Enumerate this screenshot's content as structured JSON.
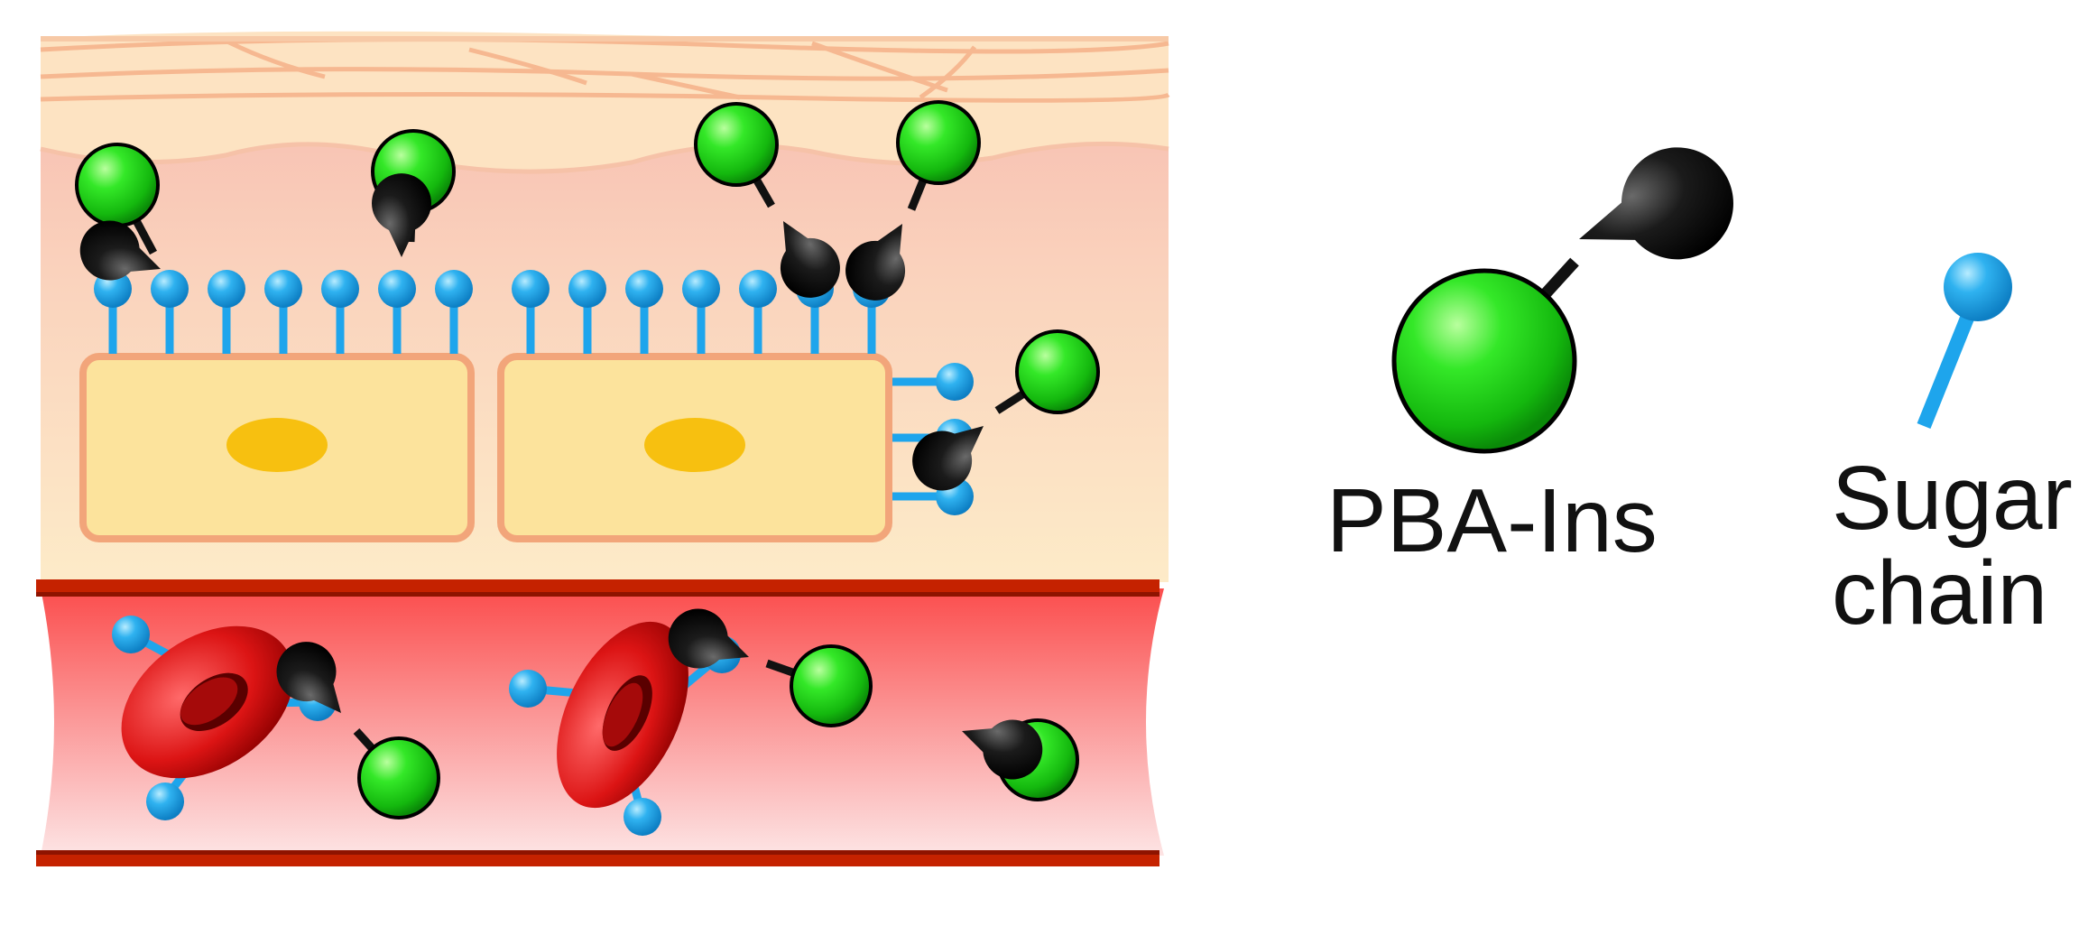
{
  "legend": {
    "pba_ins": "PBA-Ins",
    "sugar_line1": "Sugar",
    "sugar_line2": "chain"
  },
  "colors": {
    "insulin_green": "#22d41c",
    "pba_black": "#111111",
    "sugar_blue": "#1ea5ec",
    "cell_fill": "#fbe39a",
    "cell_border": "#f2a57a",
    "nucleus": "#f7c010",
    "tissue_top": "#f8c3b5",
    "tissue_bottom": "#fde6c0",
    "vessel_wall": "#c52200",
    "blood_top": "#fb5a5a",
    "blood_bottom": "#fde0e0",
    "rbc": "#dd1a1a"
  },
  "icons": [
    "pba-ins-icon",
    "sugar-chain-icon",
    "red-blood-cell-icon",
    "cell-nucleus-icon"
  ]
}
